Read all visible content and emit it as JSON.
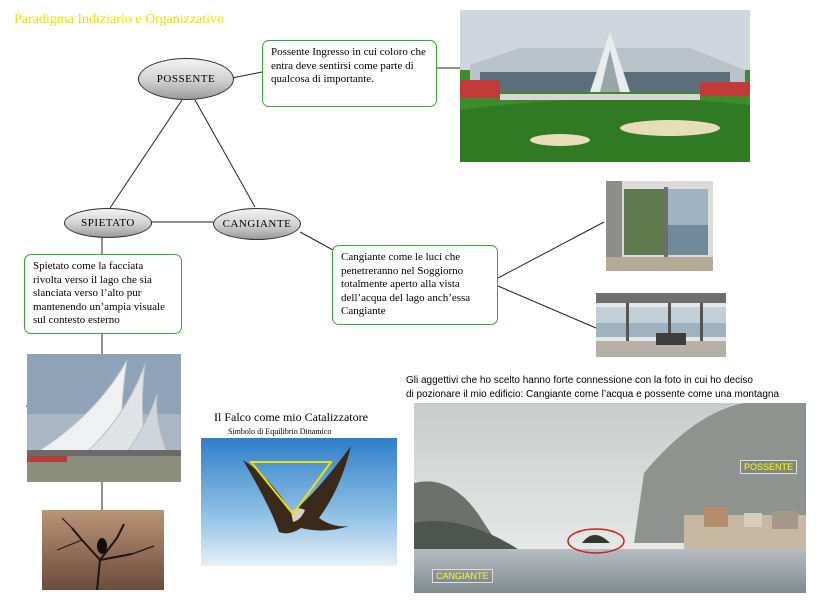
{
  "title": "Paradigma Indiziario e Organizzativo",
  "nodes": {
    "possente": "POSSENTE",
    "spietato": "SPIETATO",
    "cangiante": "CANGIANTE"
  },
  "notes": {
    "possente": "Possente Ingresso in cui coloro che entra deve sentirsi come parte di qualcosa di importante.",
    "spietato": "Spietato come la facciata rivolta verso il lago che sia slanciata verso l’alto pur mantenendo un’ampia visuale sul contesto esterno",
    "cangiante": "Cangiante come le luci che penetreranno nel Soggiorno totalmente aperto alla vista dell’acqua del lago anch’essa Cangiante"
  },
  "falcon": {
    "caption": "Il Falco come mio Catalizzatore",
    "subcaption": "Simbolo di Equilibrio Dinamico"
  },
  "lake": {
    "caption_line1": "Gli aggettivi che ho scelto hanno forte connessione con la foto in cui ho deciso",
    "caption_line2": "di pozionare il mio edificio: Cangiante come l’acqua e possente come una montagna",
    "tag_top": "POSSENTE",
    "tag_bottom": "CANGIANTE"
  },
  "colors": {
    "title": "#f0e000",
    "note_border": "#33aa33",
    "tag_text": "#ffff00",
    "highlight_circle": "#cc2222",
    "falcon_triangle": "#f0e000"
  }
}
